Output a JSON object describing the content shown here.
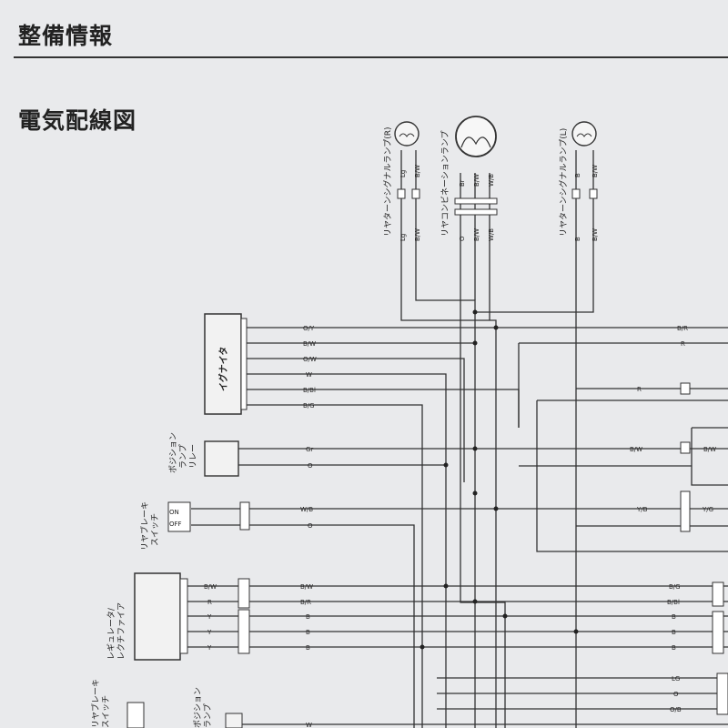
{
  "header": {
    "title": "整備情報"
  },
  "section": {
    "title": "電気配線図"
  },
  "lamps": {
    "signal_r": {
      "label": "リヤターンシグナルランプ(R)",
      "top_wires": [
        "Lg",
        "B/W"
      ],
      "bottom_wires": [
        "Lg",
        "B/W"
      ]
    },
    "combo": {
      "label": "リヤコンビネーションランプ",
      "top_wires": [
        "Br",
        "B/W",
        "W/B"
      ],
      "bottom_wires": [
        "O",
        "B/W",
        "W/B"
      ]
    },
    "signal_l": {
      "label": "リヤターンシグナルランプ(L)",
      "top_wires": [
        "B",
        "B/W"
      ],
      "bottom_wires": [
        "B",
        "B/W"
      ]
    }
  },
  "components": {
    "igniter": {
      "label": "イグナイタ",
      "wires": [
        "O/Y",
        "B/W",
        "O/W",
        "W",
        "B/Bl",
        "B/G"
      ]
    },
    "relay": {
      "label_lines": [
        "ポジション",
        "ランプ",
        "リレー"
      ],
      "wires": [
        "Gr",
        "O"
      ]
    },
    "brake_switch": {
      "label_lines": [
        "リヤブレーキ",
        "スイッチ"
      ],
      "on": "ON",
      "off": "OFF",
      "wires": [
        "W/B",
        "O"
      ]
    },
    "regulator": {
      "label_lines": [
        "レギュレータ/",
        "レクチファイア"
      ],
      "wires": [
        "B/W",
        "R",
        "Y",
        "Y",
        "Y"
      ],
      "wires_right": [
        "B/W",
        "B/R",
        "B",
        "B",
        "B"
      ]
    },
    "bottom_left": {
      "label_lines": [
        "リヤブレーキ",
        "スイッチ"
      ]
    },
    "bottom_mid": {
      "label_lines": [
        "ポジション",
        "ランプ"
      ],
      "wire": "W"
    }
  },
  "right_wires": [
    "B/R",
    "R",
    "R",
    "B/W",
    "B/W",
    "Y/B",
    "Y/G",
    "B/G",
    "B/Bl",
    "B",
    "B",
    "B",
    "LG",
    "O",
    "O/B"
  ]
}
